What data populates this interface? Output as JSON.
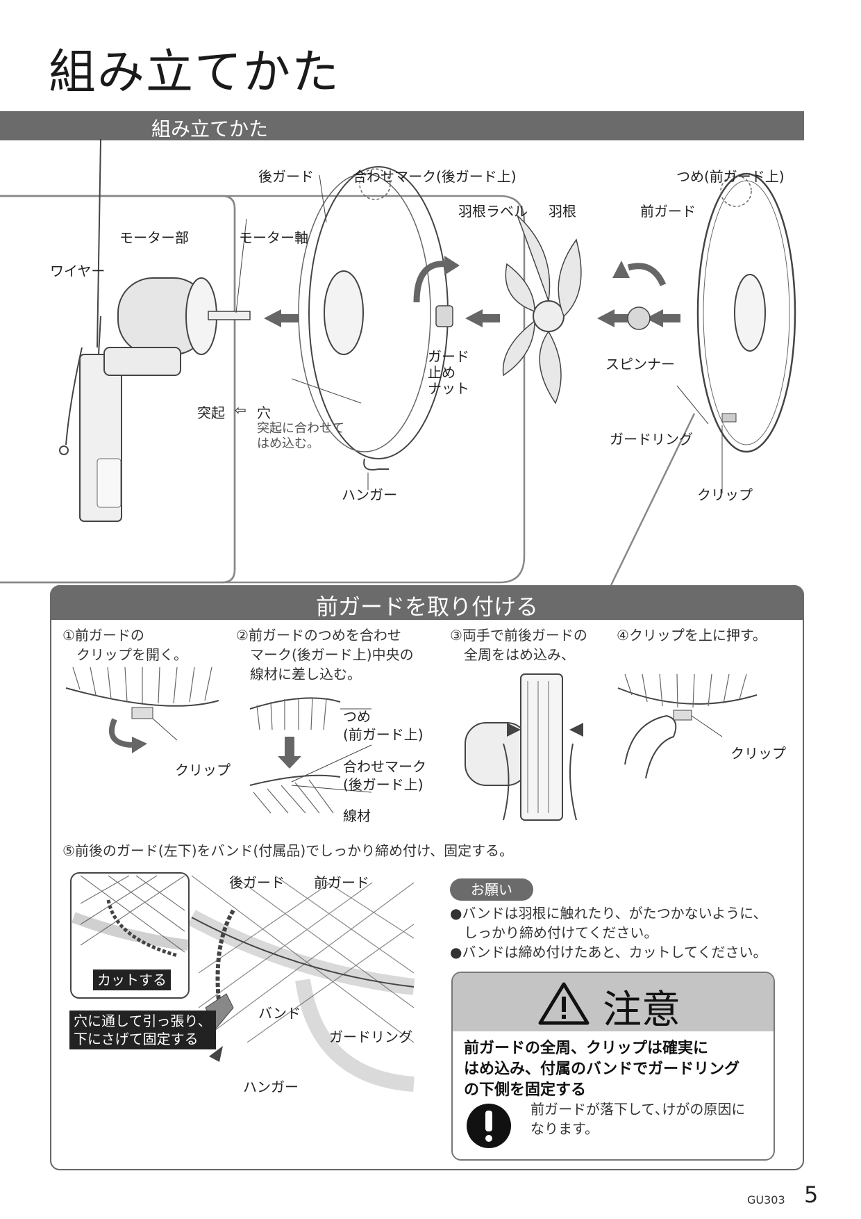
{
  "page": {
    "title": "組み立てかた",
    "section": "組み立てかた"
  },
  "diagram": {
    "labels": {
      "back_guard": "後ガード",
      "align_mark": "合わせマーク(後ガード上)",
      "claw": "つめ(前ガード上)",
      "blade_label": "羽根ラベル",
      "blade": "羽根",
      "front_guard": "前ガード",
      "motor_unit": "モーター部",
      "motor_shaft": "モーター軸",
      "wire": "ワイヤー",
      "guard_nut_1": "ガード",
      "guard_nut_2": "止め",
      "guard_nut_3": "ナット",
      "spinner": "スピンナー",
      "protrusion": "突起",
      "arrow_symbol": "⇦",
      "hole": "穴",
      "fit_note_1": "突起に合わせて",
      "fit_note_2": "はめ込む。",
      "guard_ring": "ガードリング",
      "hanger": "ハンガー",
      "clip": "クリップ"
    }
  },
  "front_guard_panel": {
    "title": "前ガードを取り付ける",
    "step1": [
      "①前ガードの",
      "　クリップを開く。"
    ],
    "step1_clip": "クリップ",
    "step2": [
      "②前ガードのつめを合わせ",
      "　マーク(後ガード上)中央の",
      "　線材に差し込む。"
    ],
    "step2_claw": [
      "つめ",
      "(前ガード上)"
    ],
    "step2_mark": [
      "合わせマーク",
      "(後ガード上)"
    ],
    "step2_wire": "線材",
    "step3": [
      "③両手で前後ガードの",
      "　全周をはめ込み、"
    ],
    "step4": "④クリップを上に押す。",
    "step4_clip": "クリップ",
    "step5": "⑤前後のガード(左下)をバンド(付属品)でしっかり締め付け、固定する。",
    "step5_labels": {
      "back_guard": "後ガード",
      "front_guard": "前ガード",
      "cut": "カットする",
      "pull_1": "穴に通して引っ張り、",
      "pull_2": "下にさげて固定する",
      "band": "バンド",
      "guard_ring": "ガードリング",
      "hanger": "ハンガー"
    },
    "request_title": "お願い",
    "request_items": [
      [
        "●バンドは羽根に触れたり、がたつかないように、",
        "　しっかり締め付けてください。"
      ],
      [
        "●バンドは締め付けたあと、カットしてください。"
      ]
    ],
    "caution": {
      "title": "注意",
      "body": [
        "前ガードの全周、クリップは確実に",
        "はめ込み、付属のバンドでガードリング",
        "の下側を固定する"
      ],
      "note": [
        "前ガードが落下して､けがの原因に",
        "なります。"
      ]
    }
  },
  "footer": {
    "model": "GU303",
    "page_number": "5"
  }
}
